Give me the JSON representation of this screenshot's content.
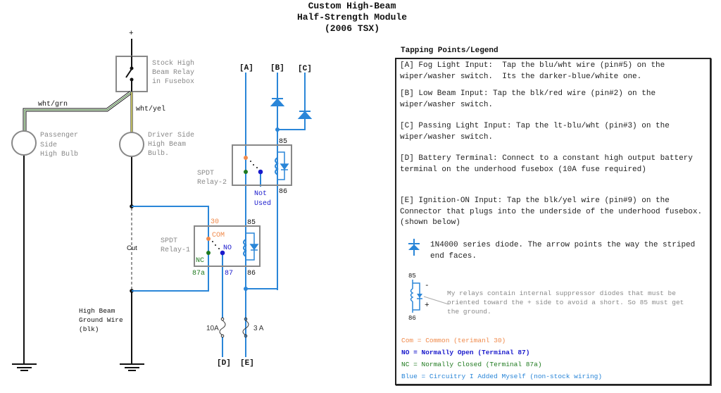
{
  "title": {
    "line1": "Custom High-Beam",
    "line2": "Half-Strength Module",
    "line3": "(2006 TSX)"
  },
  "colors": {
    "added_wiring": "#2a86d8",
    "stock_wiring": "#111111",
    "common": "#f08a4b",
    "normally_open": "#1a1acc",
    "normally_closed": "#1f7a1f",
    "component_border": "#888888"
  },
  "diagram": {
    "supply_label": "+",
    "stock_relay_label": [
      "Stock High",
      "Beam Relay",
      "in Fusebox"
    ],
    "wire_passenger": "wht/grn",
    "wire_driver": "wht/yel",
    "passenger_bulb_label": [
      "Passenger",
      "Side",
      "High Bulb"
    ],
    "driver_bulb_label": [
      "Driver Side",
      "High Beam",
      "Bulb."
    ],
    "cut_label": "Cut",
    "ground_wire_label": [
      "High Beam",
      "Ground Wire",
      "(blk)"
    ],
    "inputs": {
      "a": "[A]",
      "b": "[B]",
      "c": "[C]",
      "d": "[D]",
      "e": "[E]"
    },
    "relay2": {
      "label": [
        "SPDT",
        "Relay-2"
      ],
      "pin85": "85",
      "pin86": "86",
      "not_used": [
        "Not",
        "Used"
      ]
    },
    "relay1": {
      "label": [
        "SPDT",
        "Relay-1"
      ],
      "pin30": "30",
      "com": "COM",
      "no": "NO",
      "nc": "NC",
      "pin87a": "87a",
      "pin87": "87",
      "pin85": "85",
      "pin86": "86"
    },
    "fuse_d": "10A",
    "fuse_e": "3 A"
  },
  "legend": {
    "heading": "Tapping Points/Legend",
    "items": [
      "[A] Fog Light Input:  Tap the blu/wht wire (pin#5) on the wiper/washer switch.  Its the darker-blue/white one.",
      "[B] Low Beam Input: Tap the blk/red wire (pin#2) on the wiper/washer switch.",
      "[C] Passing Light Input: Tap the lt-blu/wht (pin#3) on the wiper/washer switch.",
      "[D] Battery Terminal: Connect to a constant high output battery terminal on the underhood fusebox (10A fuse required)",
      "[E] Ignition-ON Input: Tap the blk/yel wire (pin#9) on the Connector that plugs into the underside of the underhood fusebox. (shown below)"
    ],
    "diode_note": "1N4000 series diode. The arrow points the way the striped end faces.",
    "relay_symbol": {
      "pin85": "85",
      "pin86": "86",
      "minus": "-",
      "plus": "+"
    },
    "suppressor_note": "My relays contain internal suppressor diodes that must be oriented toward the + side to avoid a short.  So 85 must get the ground.",
    "key": {
      "com": "Com = Common (terimanl 30)",
      "no": "NO = Normally Open (Terminal 87)",
      "nc": "NC = Normally Closed (Terminal 87a)",
      "blue": "Blue = Circuitry I Added Myself (non-stock wiring)"
    }
  }
}
